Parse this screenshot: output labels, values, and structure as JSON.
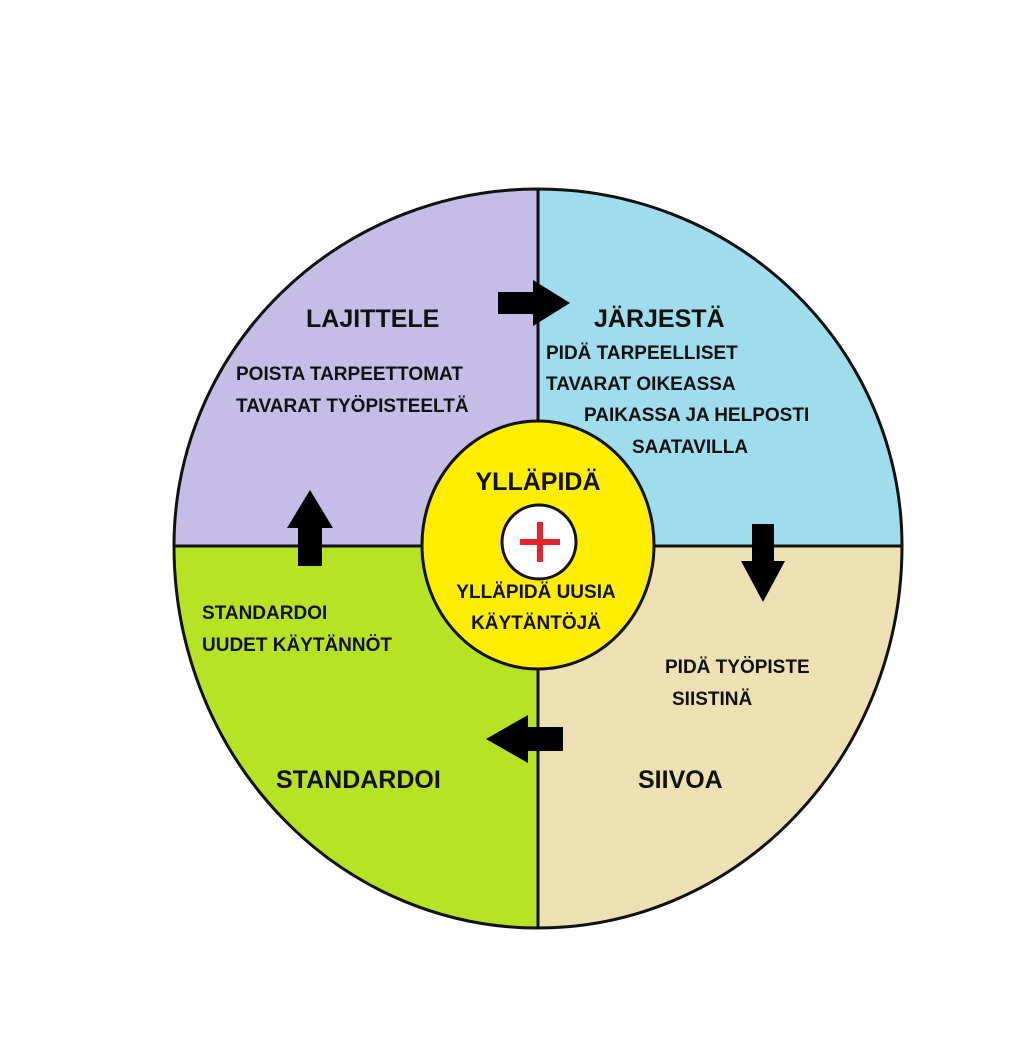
{
  "colors": {
    "sort": "#c6bde6",
    "arrange": "#9fdcec",
    "clean": "#ede1b3",
    "standardize": "#b6e424",
    "sustain": "#ffee00",
    "outline": "#111111",
    "plus": "#e8242b",
    "arrow": "#000000"
  },
  "quadrants": {
    "sort": {
      "title": "LAJITTELE",
      "line1": "POISTA TARPEETTOMAT",
      "line2": "TAVARAT TYÖPISTEELTÄ"
    },
    "arrange": {
      "title": "JÄRJESTÄ",
      "line1": "PIDÄ TARPEELLISET",
      "line2": "TAVARAT OIKEASSA",
      "line3": "PAIKASSA JA HELPOSTI",
      "line4": "SAATAVILLA"
    },
    "clean": {
      "title": "SIIVOA",
      "line1": "PIDÄ TYÖPISTE",
      "line2": "SIISTINÄ"
    },
    "standardize": {
      "title": "STANDARDOI",
      "line1": "STANDARDOI",
      "line2": "UUDET KÄYTÄNNÖT"
    }
  },
  "center": {
    "title": "YLLÄPIDÄ",
    "line1": "YLLÄPIDÄ UUSIA",
    "line2": "KÄYTÄNTÖJÄ",
    "icon": "plus-icon"
  },
  "arrows": [
    "arrow-right-icon",
    "arrow-down-icon",
    "arrow-left-icon",
    "arrow-up-icon"
  ]
}
